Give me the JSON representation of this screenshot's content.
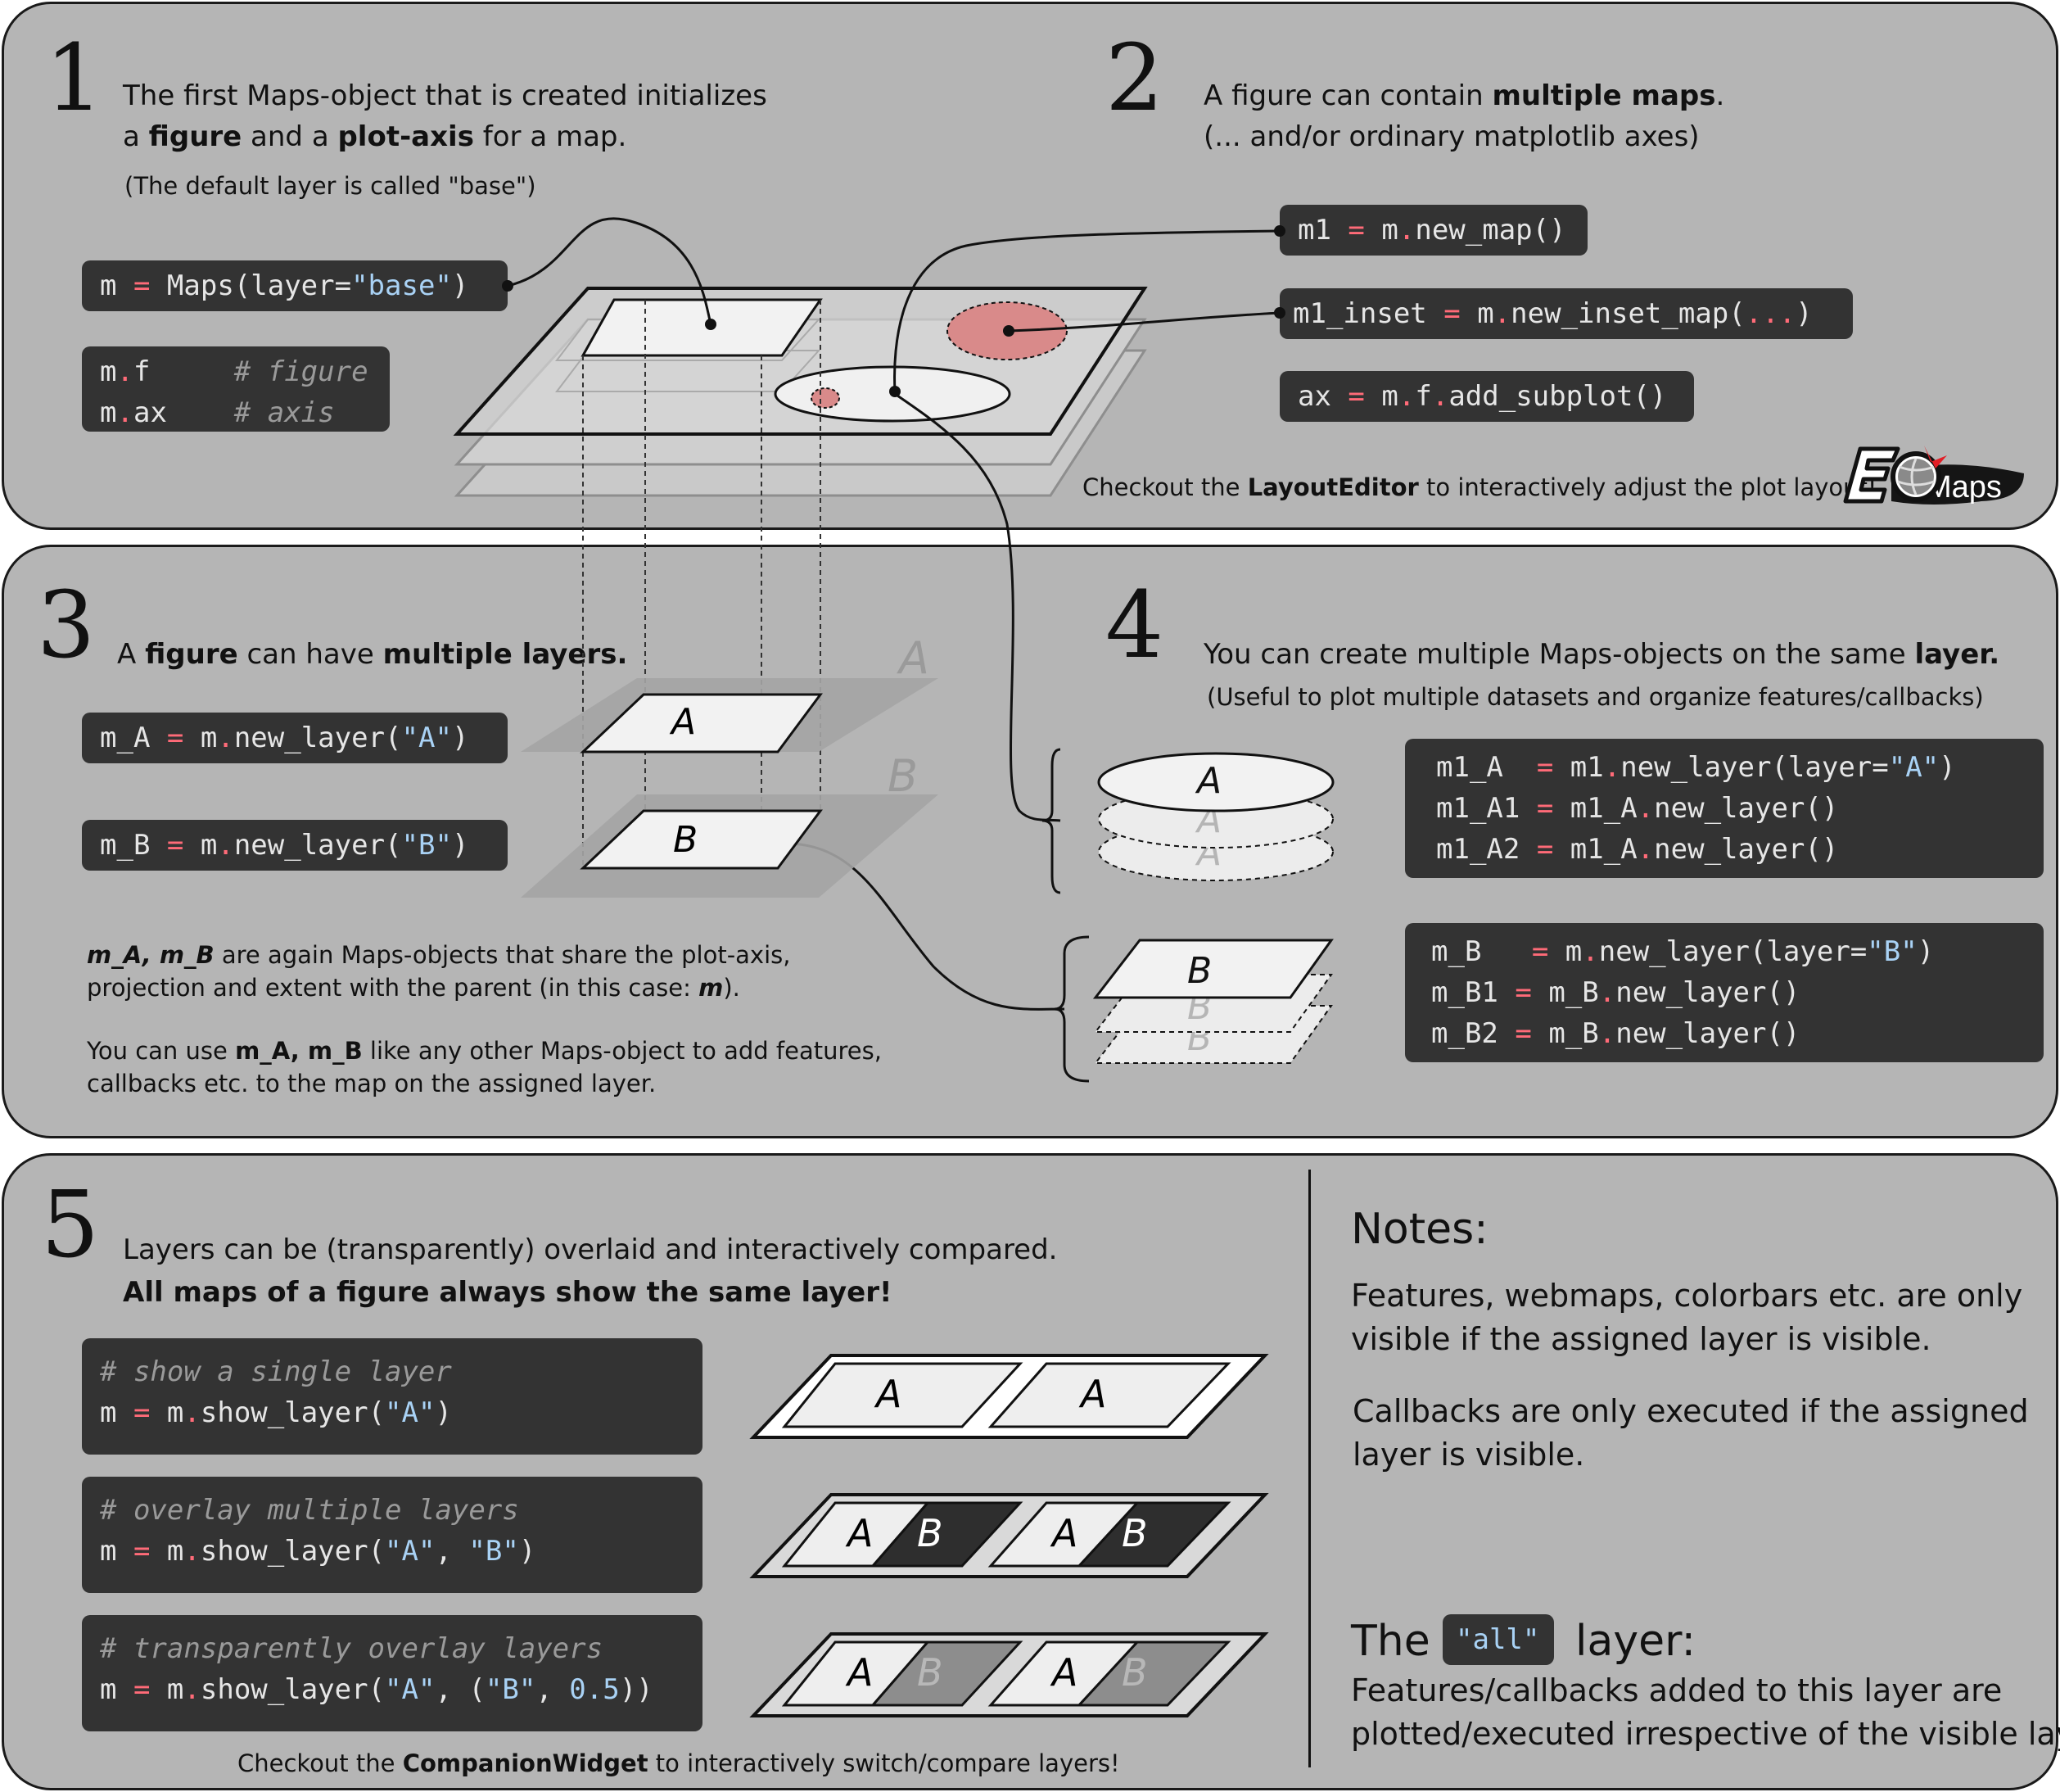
{
  "panel1": {
    "number": "1",
    "line1_a": "The first Maps-object that is created initializes",
    "line2_a": "a ",
    "line2_b": "figure",
    "line2_c": " and a ",
    "line2_d": "plot-axis",
    "line2_e": " for a map.",
    "note": "(The default layer is called \"base\")",
    "code_maps": {
      "a": "m ",
      "op": "=",
      "b": " Maps(layer=",
      "str": "\"base\"",
      "c": ")"
    },
    "code_attrs": [
      {
        "a": "m",
        "op": ".",
        "b": "f     ",
        "cm": "# figure"
      },
      {
        "a": "m",
        "op": ".",
        "b": "ax    ",
        "cm": "# axis"
      }
    ]
  },
  "panel2": {
    "number": "2",
    "line1_a": "A figure can contain ",
    "line1_b": "multiple maps",
    "line1_c": ".",
    "line2": "(... and/or ordinary matplotlib axes)",
    "code_new_map": {
      "a": "m1 ",
      "op": "=",
      "b": " m",
      "op2": ".",
      "c": "new_map()"
    },
    "code_inset": {
      "a": "m1_inset ",
      "op": "=",
      "b": " m",
      "op2": ".",
      "c": "new_inset_map(",
      "dots": "...",
      "d": ")"
    },
    "code_subplot": {
      "a": "ax ",
      "op": "=",
      "b": " m",
      "op2": ".",
      "c": "f",
      "op3": ".",
      "d": "add_subplot()"
    },
    "layout_a": "Checkout the ",
    "layout_b": "LayoutEditor",
    "layout_c": " to interactively adjust the plot layout!",
    "logo_text": "Maps"
  },
  "panel3": {
    "number": "3",
    "title_a": "A ",
    "title_b": "figure",
    "title_c": " can have ",
    "title_d": "multiple layers.",
    "code_a": {
      "a": "m_A ",
      "op": "=",
      "b": " m",
      "op2": ".",
      "c": "new_layer(",
      "str": "\"A\"",
      "d": ")"
    },
    "code_b": {
      "a": "m_B ",
      "op": "=",
      "b": " m",
      "op2": ".",
      "c": "new_layer(",
      "str": "\"B\"",
      "d": ")"
    },
    "layer_a_label": "A",
    "layer_b_label": "B",
    "desc1_a": "m_A, m_B",
    "desc1_b": " are again Maps-objects that share the plot-axis,",
    "desc2_a": "projection and extent with the parent (in this case: ",
    "desc2_b": "m",
    "desc2_c": ").",
    "desc3_a": "You can use ",
    "desc3_b": "m_A, m_B",
    "desc3_c": " like any other Maps-object to add features,",
    "desc4": "callbacks etc. to the map on the assigned layer."
  },
  "panel4": {
    "number": "4",
    "title_a": "You can create multiple Maps-objects on the same ",
    "title_b": "layer.",
    "subtitle": "(Useful to plot multiple datasets and organize features/callbacks)",
    "code_a": [
      {
        "a": "m1_A  ",
        "op": "=",
        "b": " m1",
        "op2": ".",
        "c": "new_layer(layer=",
        "str": "\"A\"",
        "d": ")"
      },
      {
        "a": "m1_A1 ",
        "op": "=",
        "b": " m1_A",
        "op2": ".",
        "c": "new_layer()",
        "str": "",
        "d": ""
      },
      {
        "a": "m1_A2 ",
        "op": "=",
        "b": " m1_A",
        "op2": ".",
        "c": "new_layer()",
        "str": "",
        "d": ""
      }
    ],
    "code_b": [
      {
        "a": "m_B   ",
        "op": "=",
        "b": " m",
        "op2": ".",
        "c": "new_layer(layer=",
        "str": "\"B\"",
        "d": ")"
      },
      {
        "a": "m_B1 ",
        "op": "=",
        "b": " m_B",
        "op2": ".",
        "c": "new_layer()",
        "str": "",
        "d": ""
      },
      {
        "a": "m_B2 ",
        "op": "=",
        "b": " m_B",
        "op2": ".",
        "c": "new_layer()",
        "str": "",
        "d": ""
      }
    ],
    "ellipse_label": "A",
    "para_label": "B"
  },
  "panel5": {
    "number": "5",
    "line1": "Layers can be (transparently) overlaid and interactively compared.",
    "line2": "All maps of a figure always show the same layer!",
    "code_single": {
      "cm": "# show a single layer",
      "a": "m ",
      "op": "=",
      "b": " m",
      "op2": ".",
      "c": "show_layer(",
      "str": "\"A\"",
      "d": ")"
    },
    "code_overlay": {
      "cm": "# overlay multiple layers",
      "a": "m ",
      "op": "=",
      "b": " m",
      "op2": ".",
      "c": "show_layer(",
      "str": "\"A\"",
      "d": ", ",
      "str2": "\"B\"",
      "e": ")"
    },
    "code_transp": {
      "cm": "# transparently overlay layers",
      "a": "m ",
      "op": "=",
      "b": " m",
      "op2": ".",
      "c": "show_layer(",
      "str": "\"A\"",
      "d": ", (",
      "str2": "\"B\"",
      "e": ", ",
      "num": "0.5",
      "f": "))"
    },
    "label_a": "A",
    "label_b": "B",
    "companion_a": "Checkout the ",
    "companion_b": "CompanionWidget",
    "companion_c": " to interactively switch/compare layers!",
    "notes_title": "Notes:",
    "notes1_l1": "Features, webmaps, colorbars etc. are only",
    "notes1_l2": "visible if the assigned layer is visible.",
    "notes2_l1": "Callbacks are only executed if the assigned",
    "notes2_l2": " layer is visible.",
    "all_the": "The",
    "all_badge": "\"all\"",
    "all_layer": "layer:",
    "all_l1": "Features/callbacks added to this layer are",
    "all_l2": "plotted/executed irrespective of the visible layer!"
  },
  "colors": {
    "panel_bg": "#b5b5b5",
    "code_bg": "#333333",
    "string": "#a9d2f5",
    "operator": "#ff6b78",
    "inset_red": "#d98a8a"
  }
}
